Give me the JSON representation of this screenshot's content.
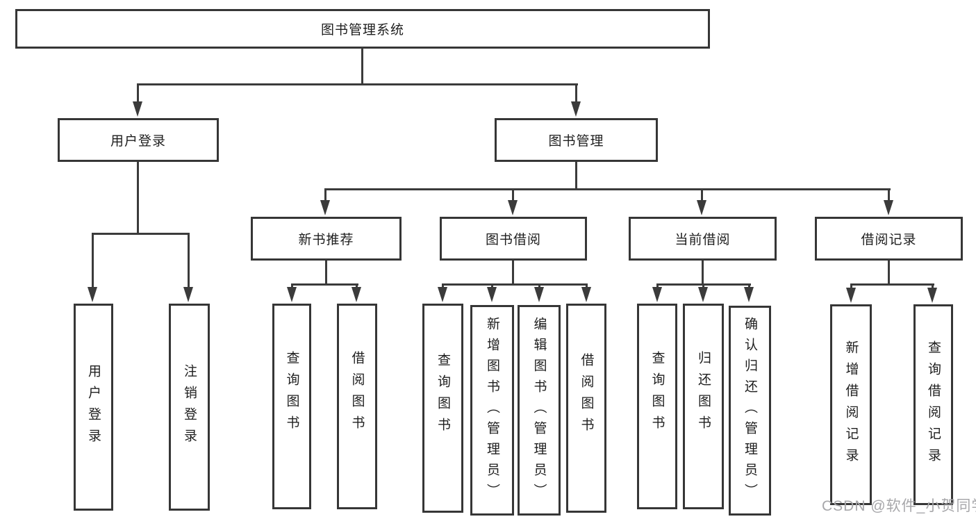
{
  "diagram": {
    "title": "图书管理系统",
    "level2": {
      "user_login": "用户登录",
      "book_management": "图书管理"
    },
    "level3": {
      "new_book_recommend": "新书推荐",
      "book_borrow": "图书借阅",
      "current_borrow": "当前借阅",
      "borrow_records": "借阅记录"
    },
    "leaves": {
      "user_login": [
        "用户登录",
        "注销登录"
      ],
      "new_book_recommend": [
        "查询图书",
        "借阅图书"
      ],
      "book_borrow": [
        "查询图书",
        "新增图书（管理员）",
        "编辑图书（管理员）",
        "借阅图书"
      ],
      "current_borrow": [
        "查询图书",
        "归还图书",
        "确认归还（管理员）"
      ],
      "borrow_records": [
        "新增借阅记录",
        "查询借阅记录"
      ]
    },
    "watermark": "CSDN @软件_小贺同学"
  },
  "colors": {
    "line": "#3b3b3b",
    "border": "#363636",
    "text": "#1e1e1e",
    "watermark": "#a7a7aa",
    "background": "#ffffff"
  }
}
